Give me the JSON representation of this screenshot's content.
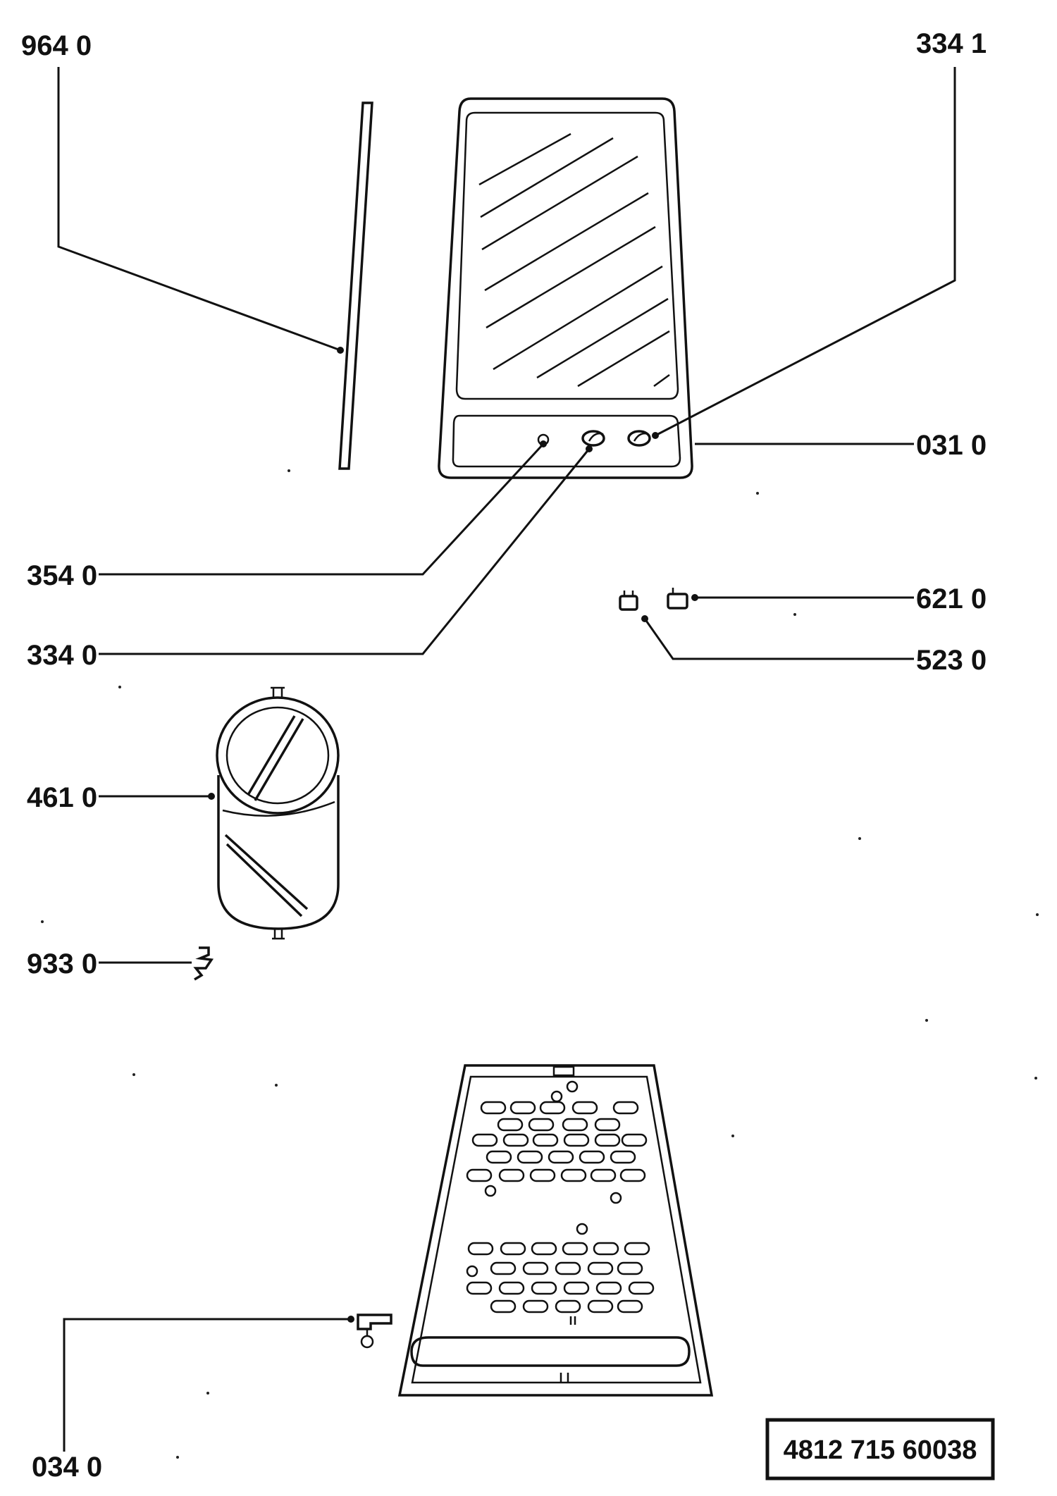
{
  "labels": {
    "gasket_964": "964 0",
    "lid_334_1": "334 1",
    "panel_031": "031 0",
    "lamp_354": "354 0",
    "switch_334": "334 0",
    "clip_621": "621 0",
    "clip_523": "523 0",
    "lamp_461": "461 0",
    "bracket_933": "933 0",
    "hinge_034": "034 0"
  },
  "reference_number": "4812 715 60038"
}
